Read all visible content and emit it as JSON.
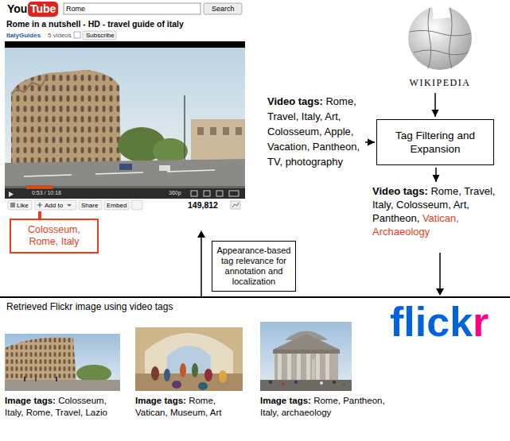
{
  "diagram": {
    "nodes": [
      {
        "text": [
          "Rome in a nutshell - HD - travel guide of italy"
        ]
      },
      {
        "text": [
          "Colosseum, Rome, Italy"
        ]
      },
      {
        "text": [
          "WIKIPEDIA"
        ]
      },
      {
        "text": [
          "Video tags:",
          "Rome, Travel, Italy, Art, Colosseum, Apple, Vacation, Pantheon, TV, photography"
        ]
      },
      {
        "text": [
          "Tag Filtering and Expansion"
        ]
      },
      {
        "text": [
          "Video tags:",
          "Rome, Travel, Italy, Colosseum, Art, Pantheon,",
          "Vatican, Archaeology"
        ]
      },
      {
        "text": [
          "Appearance-based tag relevance for annotation and localization"
        ]
      },
      {
        "text": [
          "Image tags:",
          "Colosseum, Italy, Rome, Travel, Lazio"
        ]
      },
      {
        "text": [
          "Image tags:",
          "Rome, Vatican, Museum, Art"
        ]
      },
      {
        "text": [
          "Image tags:",
          "Rome, Pantheon, Italy, archaeology"
        ]
      }
    ],
    "edges": [
      {
        "from": 3,
        "to": 4,
        "arrow": "to"
      },
      {
        "from": 2,
        "to": 4,
        "arrow": "to"
      },
      {
        "from": 4,
        "to": 5,
        "arrow": "to"
      },
      {
        "from": 1,
        "to": 0,
        "arrow": "none"
      }
    ],
    "labels": [
      "You",
      "Tube",
      "Rome",
      "Search",
      "ItalyGuides",
      "5 videos",
      "Subscribe",
      "0:53 / 10:18",
      "360p",
      "Like",
      "Add to",
      "Share",
      "Embed",
      "149,812",
      "Retrieved Flickr image using video tags",
      "flickr"
    ]
  }
}
